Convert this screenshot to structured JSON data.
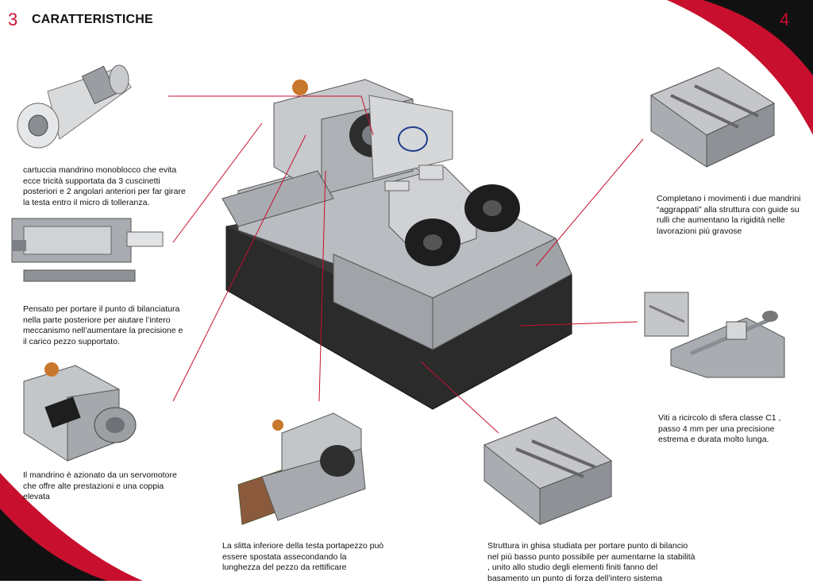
{
  "header": {
    "page_left": "3",
    "title": "CARATTERISTICHE",
    "page_right": "4"
  },
  "captions": {
    "spindle": "cartuccia mandrino monoblocco che evita ecce tricità supportata da 3 cuscinetti posteriori e 2 angolari anteriori per far girare la testa entro il micro di tolleranza.",
    "balance": "Pensato per portare il punto di bilanciatura nella parte posteriore per aiutare l’intero meccanismo nell’aumentare la precisione e il carico pezzo supportato.",
    "servo": "Il mandrino è azionato da un servomotore che offre alte prestazioni e una coppia elevata",
    "slide": "La slitta inferiore della testa portapezzo può essere spostata assecondando la lunghezza del pezzo da rettificare",
    "cast": "Struttura in ghisa studiata per portare punto di bilancio nel più basso punto possibile per aumentarne la stabilità , unito allo studio degli elementi finiti fanno del basamento un punto di forza dell’intero sistema",
    "guides": "Completano i movimenti i due mandrini “aggrappati” alla struttura con guide su rulli che aumentano la rigidità nelle lavorazioni più gravose",
    "ballscrew": "Viti a ricircolo di sfera classe C1 , passo 4 mm per una precisione estrema e durata molto lunga."
  },
  "colors": {
    "accent_red": "#c8102e",
    "corner_black": "#111111",
    "machine_gray": "#b9bcc0",
    "machine_dark": "#2b2b2b",
    "motor_black": "#1e1e1e"
  }
}
